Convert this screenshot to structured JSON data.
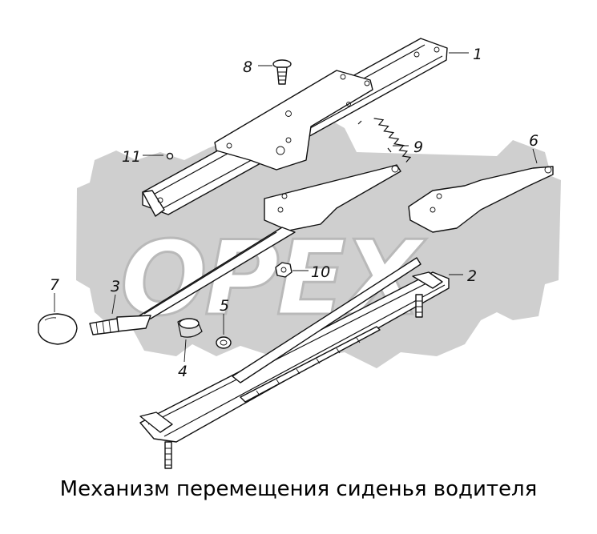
{
  "title": "Механизм перемещения сиденья водителя",
  "watermark": "OPEX",
  "callouts": [
    "1",
    "2",
    "3",
    "4",
    "5",
    "6",
    "7",
    "8",
    "9",
    "10",
    "11"
  ],
  "colors": {
    "line": "#111111",
    "watermark": "#cfcfcf",
    "background": "#ffffff"
  }
}
